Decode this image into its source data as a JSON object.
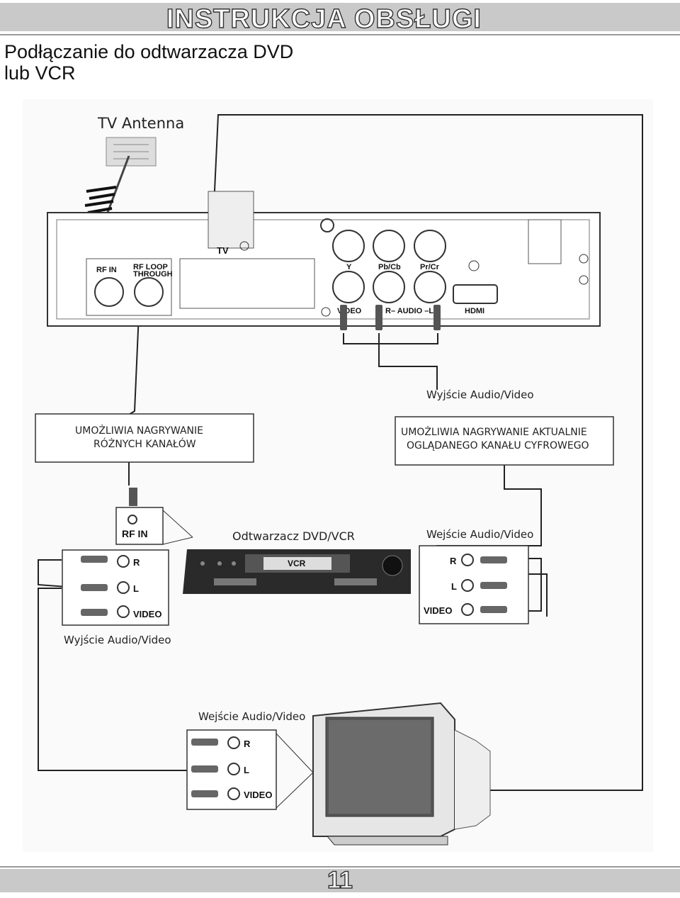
{
  "header": {
    "title": "INSTRUKCJA OBSŁUGI"
  },
  "section": {
    "title": "Podłączanie do odtwarzacza DVD lub VCR"
  },
  "diagram": {
    "antenna_label": "TV Antenna",
    "receiver": {
      "tv_label": "TV",
      "rf_in": "RF IN",
      "rf_loop_1": "RF LOOP",
      "rf_loop_2": "THROUGH",
      "y": "Y",
      "pb": "Pb/Cb",
      "pr": "Pr/Cr",
      "video": "VIDEO",
      "audio": "R– AUDIO –L",
      "hdmi": "HDMI"
    },
    "receiver_av_out": "Wyjście Audio/Video",
    "note_left_1": "UMOŻLIWIA NAGRYWANIE",
    "note_left_2": "RÓŻNYCH KANAŁÓW",
    "note_right_1": "UMOŻLIWIA NAGRYWANIE AKTUALNIE",
    "note_right_2": "OGLĄDANEGO KANAŁU CYFROWEGO",
    "vcr_rf_in": "RF IN",
    "vcr_title": "Odtwarzacz DVD/VCR",
    "vcr_label": "VCR",
    "vcr_av_in": "Wejście Audio/Video",
    "vcr_av_out": "Wyjście Audio/Video",
    "jack_r": "R",
    "jack_l": "L",
    "jack_video": "VIDEO",
    "tv_av_in": "Wejście Audio/Video"
  },
  "footer": {
    "page_number": "11"
  }
}
